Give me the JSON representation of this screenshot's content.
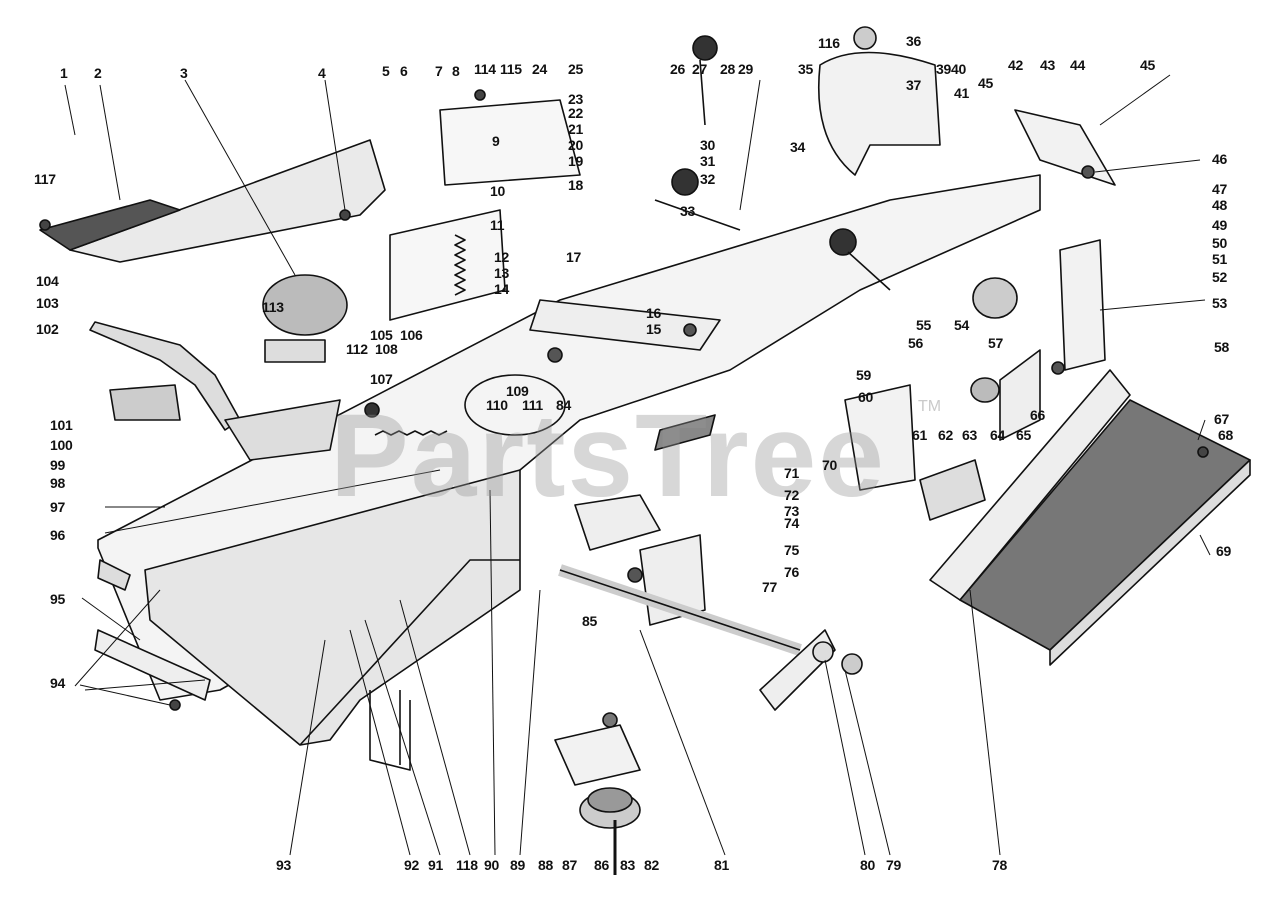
{
  "diagram": {
    "watermark": "PartsTree",
    "watermark_mark": "TM",
    "callouts": [
      "1",
      "2",
      "3",
      "4",
      "5",
      "6",
      "7",
      "8",
      "9",
      "10",
      "11",
      "12",
      "13",
      "14",
      "15",
      "16",
      "17",
      "18",
      "19",
      "20",
      "21",
      "22",
      "23",
      "24",
      "25",
      "26",
      "27",
      "28",
      "29",
      "30",
      "31",
      "32",
      "33",
      "34",
      "35",
      "36",
      "3940",
      "37",
      "41",
      "42",
      "43",
      "44",
      "45",
      "45",
      "46",
      "47",
      "48",
      "49",
      "50",
      "51",
      "52",
      "53",
      "54",
      "55",
      "56",
      "57",
      "58",
      "59",
      "60",
      "61",
      "62",
      "63",
      "64",
      "65",
      "66",
      "67",
      "68",
      "69",
      "70",
      "71",
      "72",
      "73",
      "74",
      "75",
      "76",
      "77",
      "78",
      "79",
      "80",
      "81",
      "82",
      "83",
      "86",
      "87",
      "88",
      "89",
      "90",
      "118",
      "91",
      "92",
      "93",
      "94",
      "95",
      "96",
      "97",
      "98",
      "99",
      "100",
      "101",
      "102",
      "103",
      "104",
      "105",
      "106",
      "107",
      "108",
      "112",
      "113",
      "114",
      "115",
      "116",
      "117",
      "109",
      "110",
      "111",
      "84",
      "85"
    ]
  }
}
